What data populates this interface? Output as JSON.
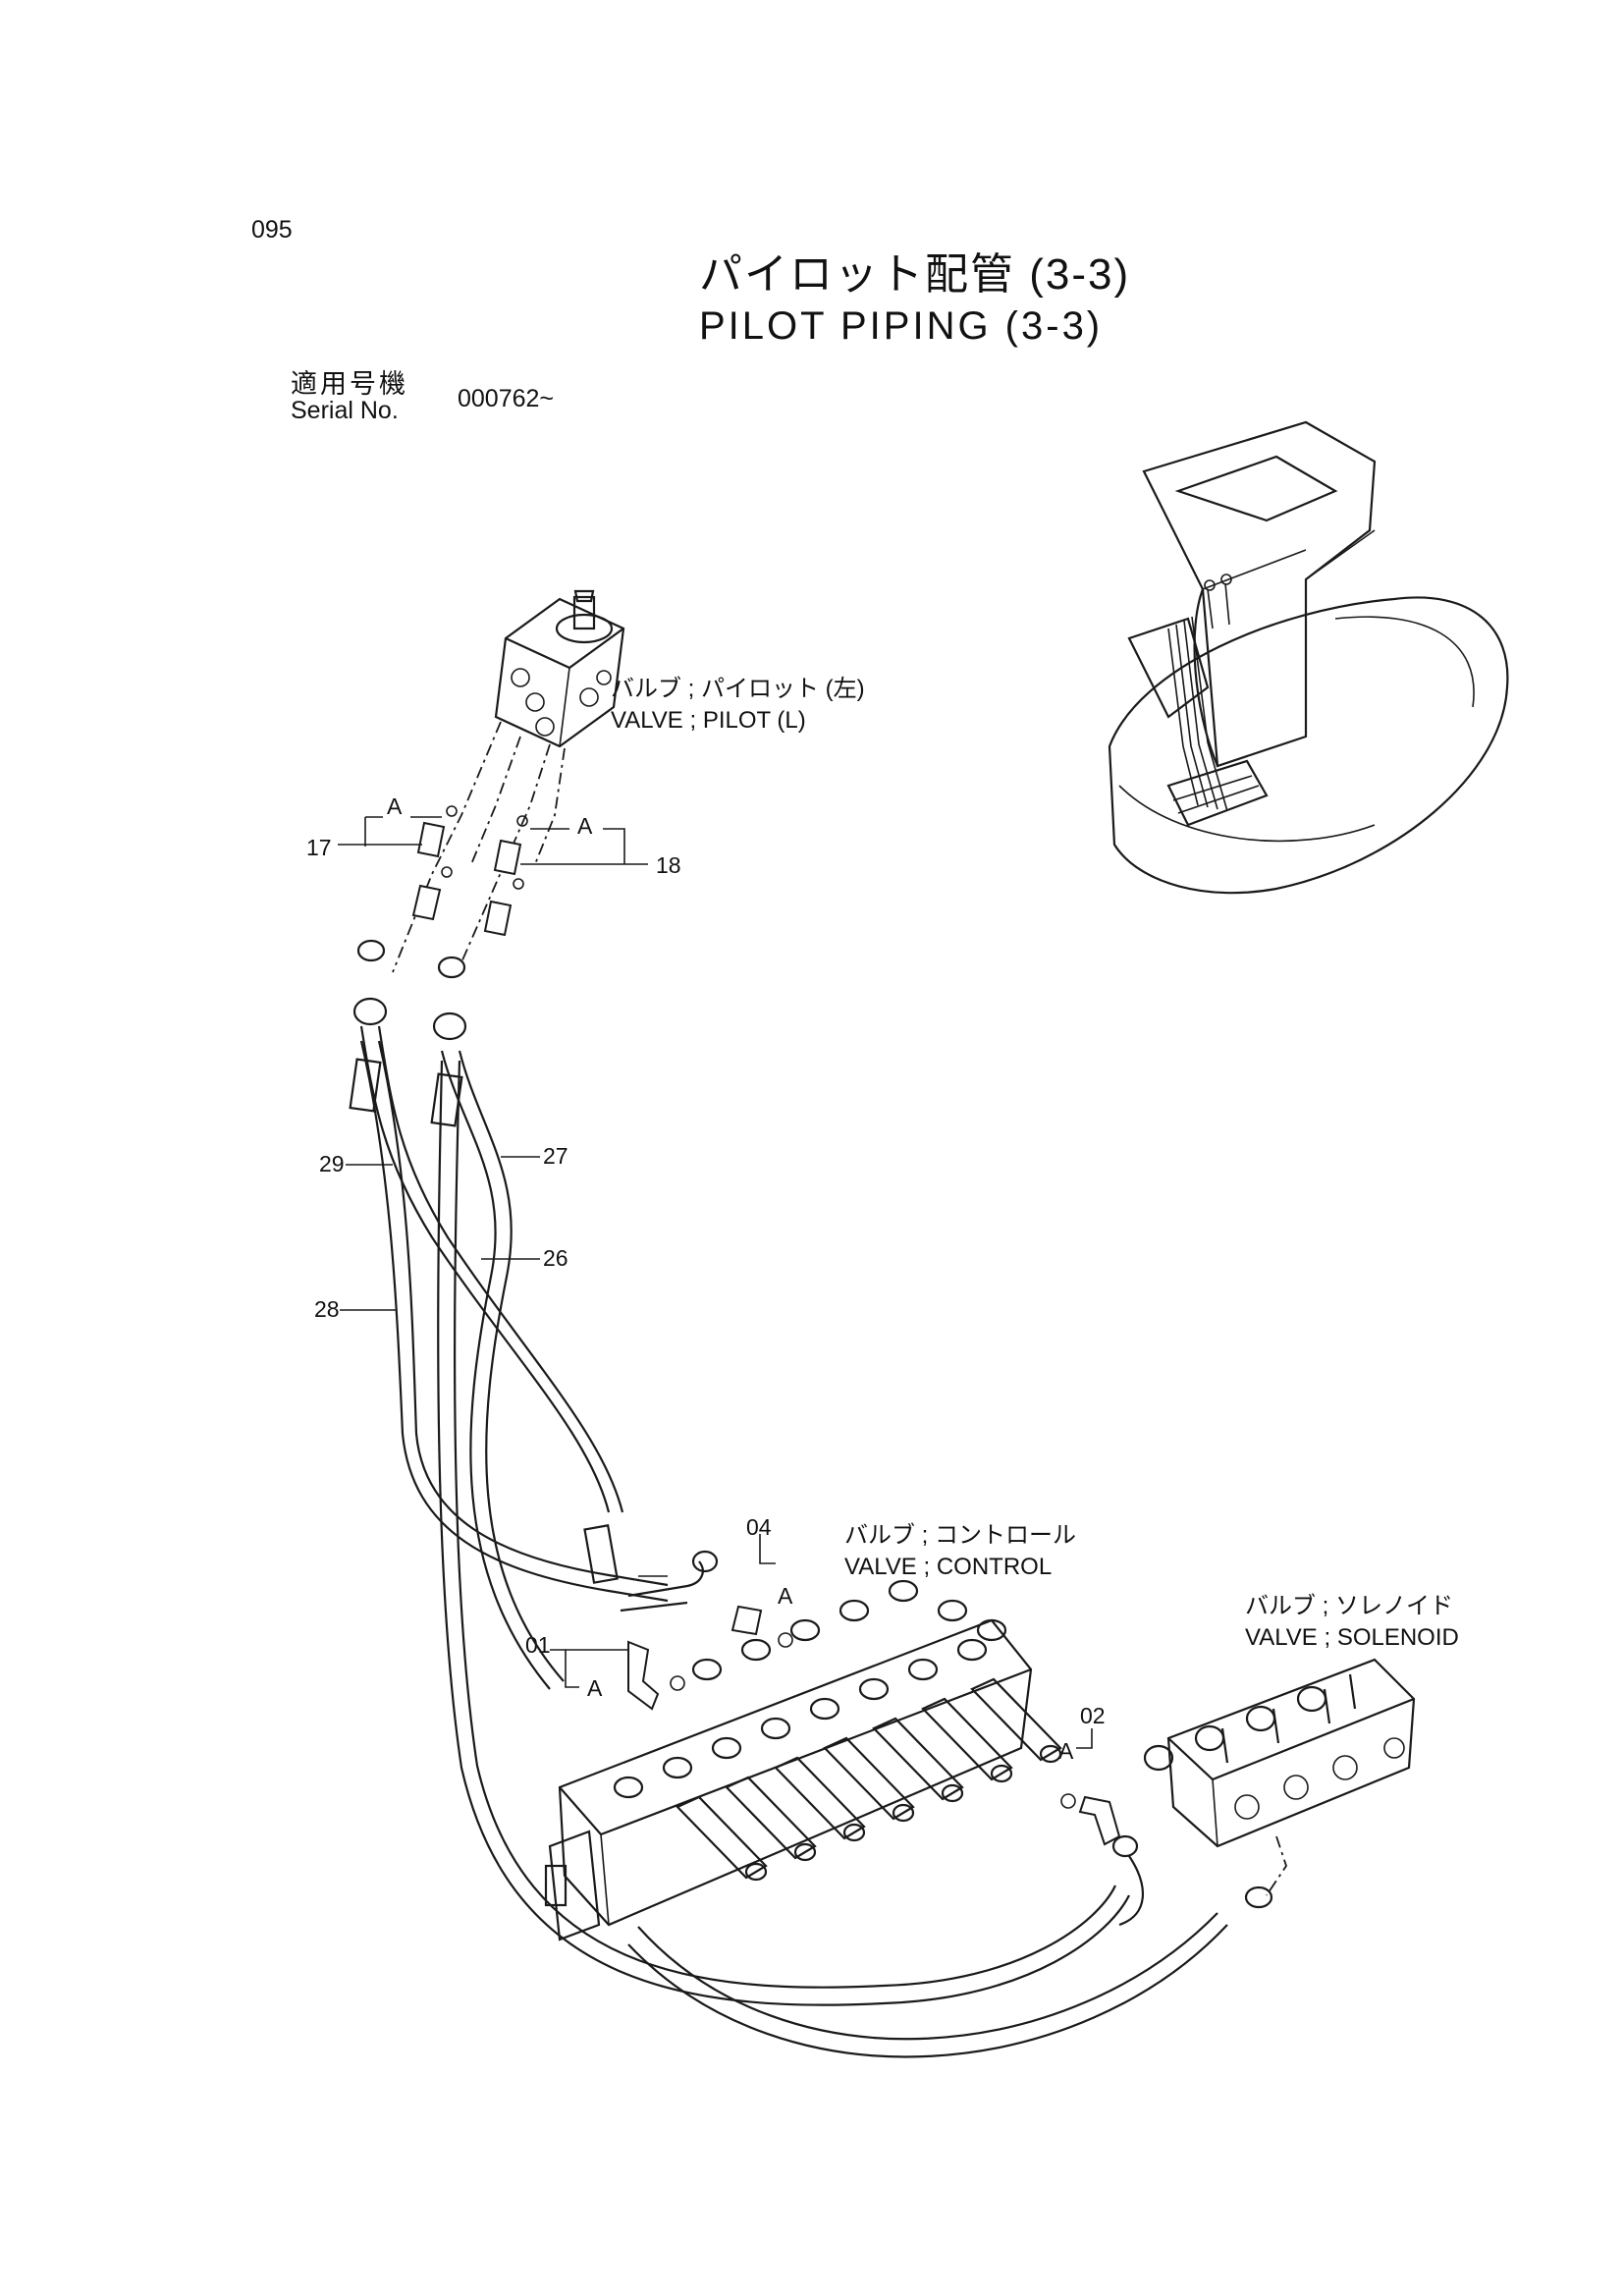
{
  "page": {
    "number": "095",
    "title_ja": "パイロット配管  (3-3)",
    "title_en": "PILOT  PIPING  (3-3)"
  },
  "serial": {
    "label_ja": "適用号機",
    "label_en": "Serial No.",
    "value": "000762~"
  },
  "components": {
    "pilot_valve": {
      "ja": "バルブ ; パイロット (左)",
      "en": "VALVE ; PILOT (L)"
    },
    "control_valve": {
      "ja": "バルブ ; コントロール",
      "en": "VALVE ; CONTROL"
    },
    "solenoid_valve": {
      "ja": "バルブ ; ソレノイド",
      "en": "VALVE ; SOLENOID"
    }
  },
  "callouts": {
    "p17": "17",
    "p18": "18",
    "p29": "29",
    "p27": "27",
    "p26": "26",
    "p28": "28",
    "p04": "04",
    "p01": "01",
    "p02": "02",
    "detail_a": "A"
  }
}
